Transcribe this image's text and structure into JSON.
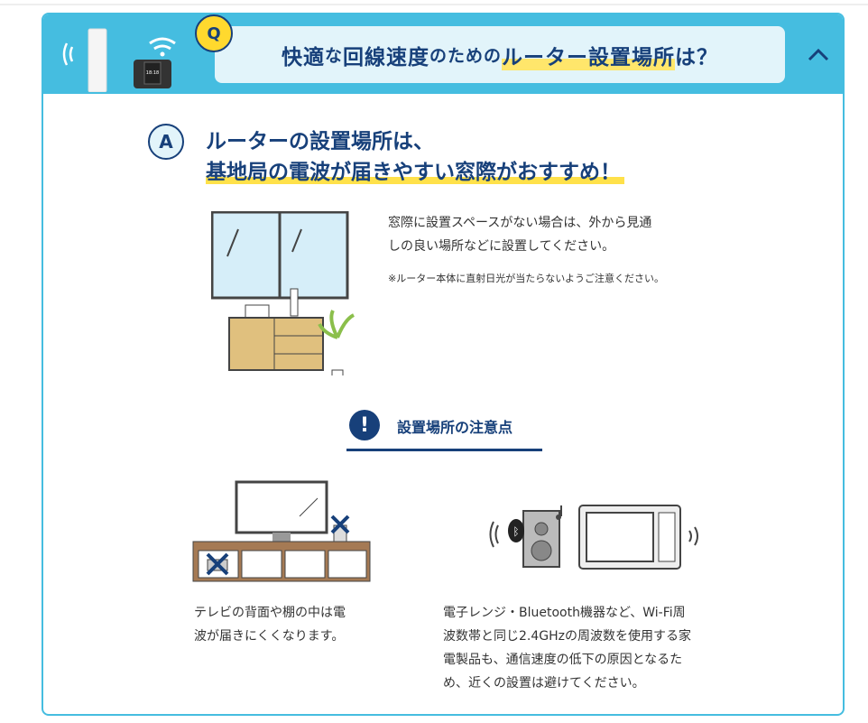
{
  "question": {
    "badge": "Q",
    "title_part1": "快適",
    "title_part2": "な",
    "title_part3": "回線速度",
    "title_part4": "のための",
    "title_part5": "ルーター設置場所",
    "title_part6": "は？",
    "device_screen_time": "18:18"
  },
  "answer": {
    "badge": "A",
    "line1": "ルーターの設置場所は、",
    "line2": "基地局の電波が届きやすい窓際がおすすめ！",
    "body_line1": "窓際に設置スペースがない場合は、外から見通",
    "body_line2": "しの良い場所などに設置してください。",
    "note": "※ルーター本体に直射日光が当たらないようご注意ください。"
  },
  "caution": {
    "icon": "!",
    "title": "設置場所の注意点",
    "left_line1": "テレビの背面や棚の中は電",
    "left_line2": "波が届きにくくなります。",
    "right_line1": "電子レンジ・Bluetooth機器など、Wi-Fi周",
    "right_line2": "波数帯と同じ2.4GHzの周波数を使用する家",
    "right_line3": "電製品も、通信速度の低下の原因となるた",
    "right_line4": "め、近くの設置は避けてください。"
  },
  "colors": {
    "accent": "#45bde0",
    "navy": "#17407a",
    "highlight": "#ffe66b"
  }
}
